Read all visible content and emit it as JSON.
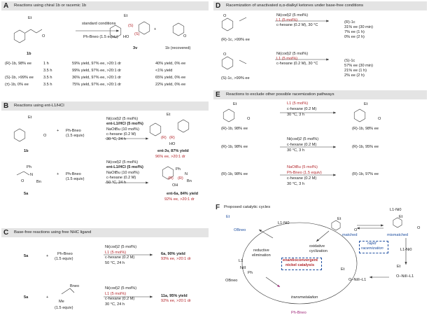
{
  "colors": {
    "red": "#b3262b",
    "blue": "#1f4fa0",
    "magenta": "#a0287a",
    "header": "#e4e4e4"
  },
  "A": {
    "letter": "A",
    "title": "Reactions using chiral 1b or racemic 1b",
    "conditions": [
      "standard conditions",
      "Ph-Bneo (1.5 equiv)"
    ],
    "cmpd_sm": "1b",
    "cmpd_prod": "3v",
    "cmpd_rec": "1b (recovered)",
    "stereo": [
      "(S)",
      "(S)"
    ],
    "rows": [
      {
        "sm": "(R)-1b, 98% ee",
        "time": "1 h",
        "prod": "59% yield, 97% ee, >20:1 dr",
        "rec": "40% yield, 0% ee"
      },
      {
        "sm": "",
        "time": "3.5 h",
        "prod": "99% yield, 97% ee, >20:1 dr",
        "rec": "<1% yield"
      },
      {
        "sm": "(S)-1b, >99% ee",
        "time": "3.5 h",
        "prod": "36% yield, 97% ee, >20:1 dr",
        "rec": "65% yield, 0% ee"
      },
      {
        "sm": "(±)-1b, 0% ee",
        "time": "3.5 h",
        "prod": "75% yield, 97% ee, >20:1 dr",
        "rec": "22% yield, 0% ee"
      }
    ]
  },
  "B": {
    "letter": "B",
    "title": "Reactions using ent-L1/HCl",
    "rxn1": {
      "sm": "1b",
      "plus": "+",
      "reagent": "Ph-Bneo",
      "equiv": "(1.5 equiv)",
      "cond": [
        "Ni(cod)2 (5 mol%)",
        "ent-L1/HCl (5 mol%)",
        "NaOtBu (10 mol%)",
        "c-hexane (0.2 M)",
        "30 °C, 24 h"
      ],
      "product": "ent-3v, 87% yield",
      "ee": "96% ee, >20:1 dr",
      "stereo": [
        "(R)",
        "(R)"
      ]
    },
    "rxn2": {
      "sm": "5a",
      "plus": "+",
      "reagent": "Ph-Bneo",
      "equiv": "(1.5 equiv)",
      "cond": [
        "Ni(cod)2 (5 mol%)",
        "ent-L1/HCl (5 mol%)",
        "NaOtBu (10 mol%)",
        "c-hexane (0.2 M)",
        "50 °C, 24 h"
      ],
      "product": "ent-6a, 84% yield",
      "ee": "92% ee, >20:1 dr",
      "stereo": [
        "(R)",
        "(R)"
      ]
    }
  },
  "C": {
    "letter": "C",
    "title": "Base-free reactions using free NHC ligand",
    "rxn1": {
      "sm": "5a",
      "plus": "+",
      "reagent": "Ph-Bneo",
      "equiv": "(1.5 equiv)",
      "cond": [
        "Ni(cod)2 (5 mol%)",
        "L1 (5 mol%)",
        "c-hexane (0.2 M)",
        "50 °C, 24 h"
      ],
      "product": "6a, 90% yield",
      "ee": "93% ee, >20:1 dr"
    },
    "rxn2": {
      "sm": "5a",
      "plus": "+",
      "reagent": "Bneo",
      "me": "Me",
      "equiv": "(1.5 equiv)",
      "cond": [
        "Ni(cod)2 (5 mol%)",
        "L1 (5 mol%)",
        "c-hexane (0.2 M)",
        "30 °C, 24 h"
      ],
      "product": "11a, 95% yield",
      "ee": "92% ee, >20:1 dr"
    }
  },
  "D": {
    "letter": "D",
    "title": "Racemization of unactivated α,α-dialkyl ketones under base-free conditions",
    "rxn1": {
      "sm": "(R)-1c, >99% ee",
      "cond": [
        "Ni(cod)2 (5 mol%)",
        "L1 (5 mol%)",
        "c-hexane (0.2 M), 30 °C"
      ],
      "product": "(R)-1c",
      "results": [
        "31% ee (30 min)",
        "7% ee (1 h)",
        "0% ee (2 h)"
      ]
    },
    "rxn2": {
      "sm": "(S)-1c, >99% ee",
      "cond": [
        "Ni(cod)2 (5 mol%)",
        "L1 (5 mol%)",
        "c-hexane (0.2 M), 30 °C"
      ],
      "product": "(S)-1c",
      "results": [
        "57% ee (30 min)",
        "21% ee (1 h)",
        "2% ee (2 h)"
      ]
    }
  },
  "E": {
    "letter": "E",
    "title": "Reactions to exclude other possible racemization pathways",
    "rxn1": {
      "sm": "(R)-1b, 98% ee",
      "cond": [
        "L1 (5 mol%)",
        "c-hexane (0.2 M)",
        "30 °C, 3 h"
      ],
      "product": "(R)-1b, 98% ee"
    },
    "rxn2": {
      "sm": "(R)-1b, 98% ee",
      "cond": [
        "Ni(cod)2 (5 mol%)",
        "c-hexane (0.2 M)",
        "30 °C, 3 h"
      ],
      "product": "(R)-1b, 95% ee"
    },
    "rxn3": {
      "sm": "(R)-1b, 98% ee",
      "cond": [
        "NaOtBu (5 mol%)",
        "Ph-Bneo (1.5 equiv)",
        "c-hexane (0.2 M)",
        "30 °C, 3 h"
      ],
      "product": "(R)-1b, 97% ee"
    }
  },
  "F": {
    "letter": "F",
    "title": "Proposed catalytic cycles",
    "catalyst": "L1-Ni0",
    "steps": {
      "reductive": [
        "reductive",
        "elimination"
      ],
      "oxidative": [
        "oxidative",
        "cyclization"
      ],
      "transmetalation": "transmetalation"
    },
    "center": [
      "enantioconvergent",
      "nickel catalysis"
    ],
    "matched": "matched",
    "mismatched": "mismatched",
    "rapid": [
      "rapid",
      "racemization"
    ],
    "ni_ox": "O–NiII–L1",
    "ni_ph_l1": "L1",
    "ni_ph": "NiII",
    "ph": "Ph",
    "obneo": "OBneo",
    "obneo2": "OBneo",
    "ph_bneo": "Ph-Bneo",
    "ni0_a": "L1-Ni0",
    "ni0_b": "L1-Ni0",
    "labels": {
      "et": "Et",
      "o": "O",
      "ho": "HO",
      "n": "N",
      "me": "Me",
      "bn": "Bn",
      "ph": "Ph",
      "oh": "OH"
    }
  }
}
